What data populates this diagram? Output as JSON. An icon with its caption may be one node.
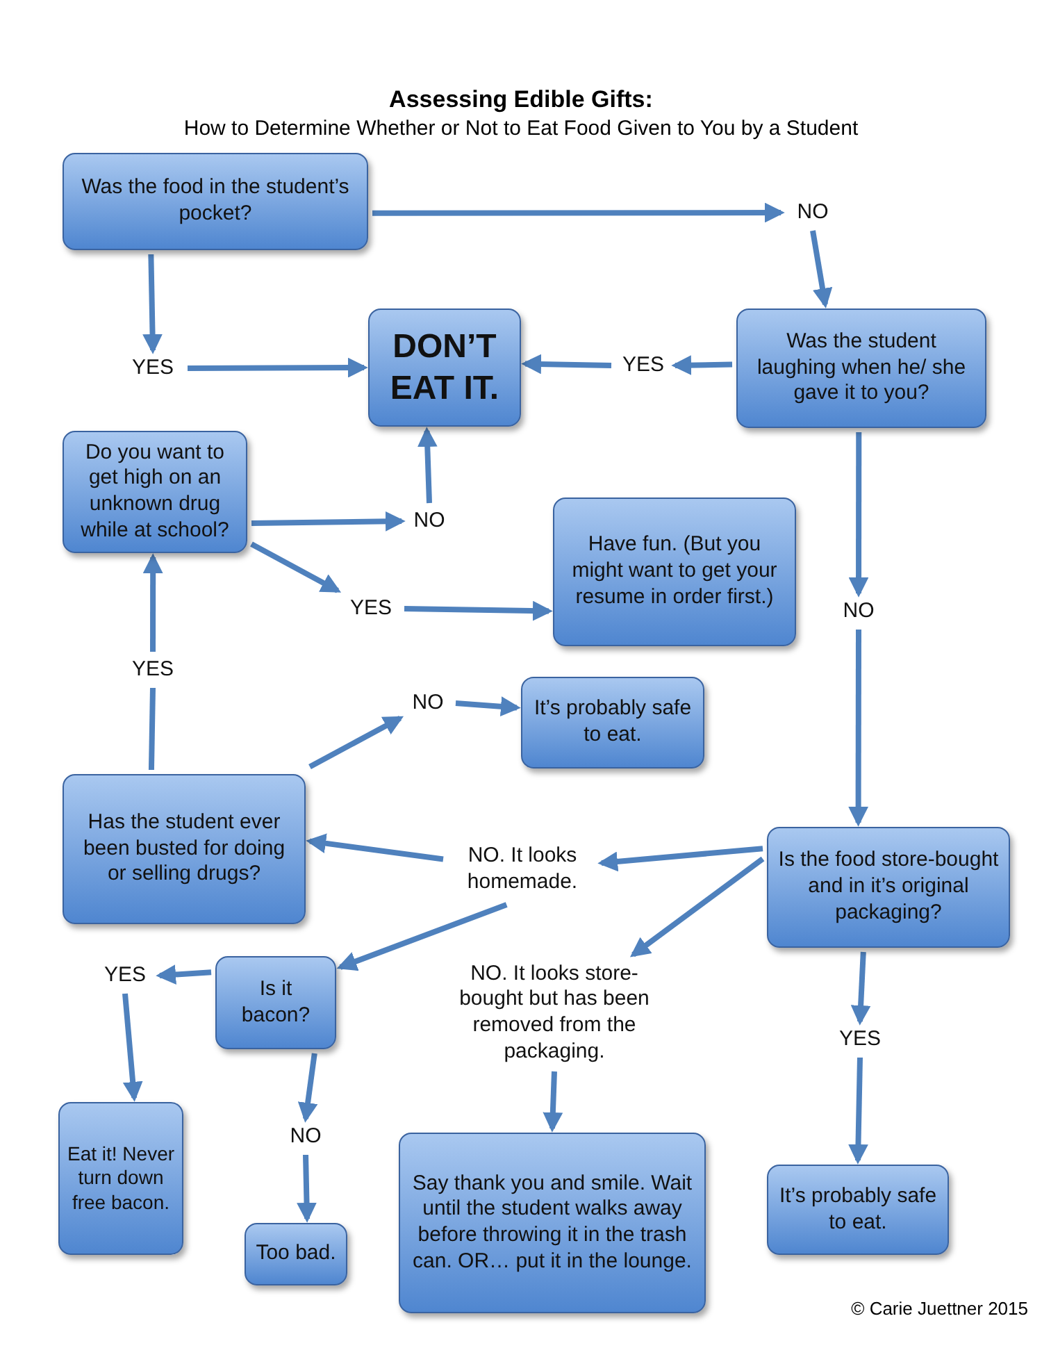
{
  "diagram": {
    "title": "Assessing Edible Gifts:",
    "nodes": [
      {
        "text": [
          "Was the food in the student’s pocket?"
        ]
      },
      {
        "text": [
          "NO"
        ]
      },
      {
        "text": [
          "YES"
        ]
      },
      {
        "text": [
          "DON’T EAT IT."
        ]
      },
      {
        "text": [
          "YES"
        ]
      },
      {
        "text": [
          "Was the student laughing when he/ she gave it to you?"
        ]
      },
      {
        "text": [
          "Do you want to get high on an unknown drug while at school?"
        ]
      },
      {
        "text": [
          "NO"
        ]
      },
      {
        "text": [
          "Have fun. (But you might want to get your resume in order first.)"
        ]
      },
      {
        "text": [
          "YES"
        ]
      },
      {
        "text": [
          "NO"
        ]
      },
      {
        "text": [
          "YES"
        ]
      },
      {
        "text": [
          "NO"
        ]
      },
      {
        "text": [
          "It’s probably safe to eat."
        ]
      },
      {
        "text": [
          "Has the student ever been busted for doing or selling drugs?"
        ]
      },
      {
        "text": [
          "NO. It looks homemade."
        ]
      },
      {
        "text": [
          "Is the food store-bought and in it’s original packaging?"
        ]
      },
      {
        "text": [
          "YES"
        ]
      },
      {
        "text": [
          "Is it bacon?"
        ]
      },
      {
        "text": [
          "NO. It looks store-bought but has been removed from the packaging."
        ]
      },
      {
        "text": [
          "YES"
        ]
      },
      {
        "text": [
          "NO"
        ]
      },
      {
        "text": [
          "Eat it! Never turn down free bacon."
        ]
      },
      {
        "text": [
          "Say thank you and smile. Wait until the student walks away before throwing it in the trash can. OR… put it in the lounge."
        ]
      },
      {
        "text": [
          "It’s probably safe to eat."
        ]
      },
      {
        "text": [
          "Too bad."
        ]
      }
    ],
    "edges": [
      {
        "from": 0,
        "to": 1,
        "arrow": "to"
      },
      {
        "from": 0,
        "to": 2,
        "arrow": "to"
      },
      {
        "from": 1,
        "to": 5,
        "arrow": "to"
      },
      {
        "from": 2,
        "to": 3,
        "arrow": "to"
      },
      {
        "from": 5,
        "to": 4,
        "arrow": "to"
      },
      {
        "from": 4,
        "to": 3,
        "arrow": "to"
      },
      {
        "from": 5,
        "to": 10,
        "arrow": "to"
      },
      {
        "from": 7,
        "to": 3,
        "arrow": "to"
      },
      {
        "from": 6,
        "to": 7,
        "arrow": "to"
      },
      {
        "from": 6,
        "to": 9,
        "arrow": "to"
      },
      {
        "from": 9,
        "to": 8,
        "arrow": "to"
      },
      {
        "from": 10,
        "to": 16,
        "arrow": "to"
      },
      {
        "from": 11,
        "to": 6,
        "arrow": "to"
      },
      {
        "from": 14,
        "to": 11,
        "arrow": "none"
      },
      {
        "from": 14,
        "to": 12,
        "arrow": "to"
      },
      {
        "from": 12,
        "to": 13,
        "arrow": "to"
      },
      {
        "from": 16,
        "to": 15,
        "arrow": "to"
      },
      {
        "from": 16,
        "to": 19,
        "arrow": "to"
      },
      {
        "from": 15,
        "to": 14,
        "arrow": "to"
      },
      {
        "from": 15,
        "to": 18,
        "arrow": "to"
      },
      {
        "from": 18,
        "to": 17,
        "arrow": "to"
      },
      {
        "from": 17,
        "to": 22,
        "arrow": "to"
      },
      {
        "from": 18,
        "to": 21,
        "arrow": "to"
      },
      {
        "from": 21,
        "to": 25,
        "arrow": "to"
      },
      {
        "from": 19,
        "to": 23,
        "arrow": "to"
      },
      {
        "from": 16,
        "to": 20,
        "arrow": "to"
      },
      {
        "from": 20,
        "to": 24,
        "arrow": "to"
      }
    ],
    "labels": [
      "How to Determine Whether or Not to Eat Food Given to You by a Student",
      "© Carie Juettner 2015"
    ]
  }
}
